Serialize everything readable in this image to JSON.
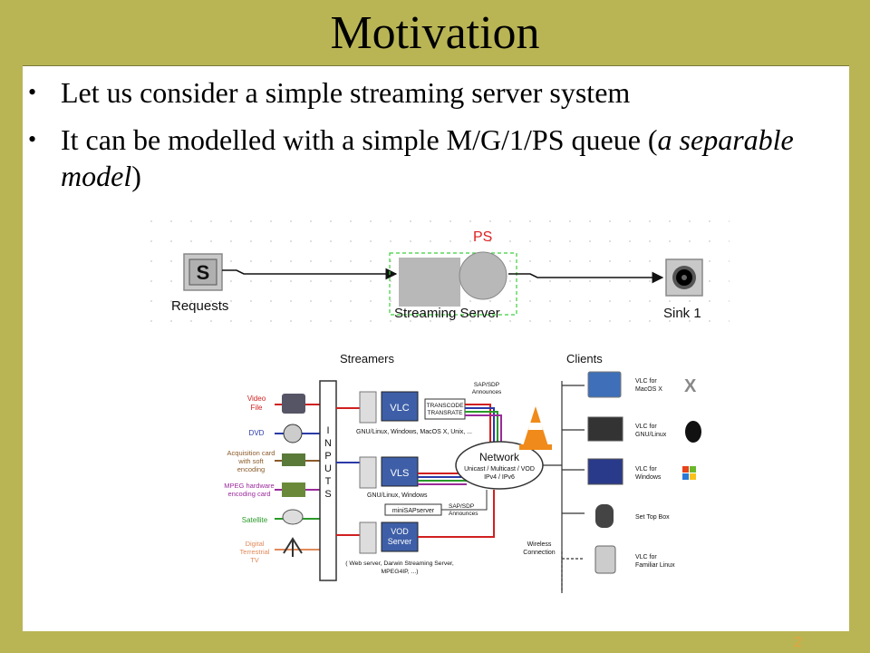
{
  "slide": {
    "title": "Motivation",
    "page_number": "2"
  },
  "bullets": [
    {
      "text": "Let us consider a simple streaming server system"
    },
    {
      "text_main": "It can be modelled with a simple M/G/1/PS queue (",
      "text_italic": "a separable model",
      "text_end": ")"
    }
  ],
  "queue_diagram": {
    "discipline_label": "PS",
    "source_symbol": "S",
    "source_label": "Requests",
    "server_label": "Streaming Server",
    "sink_label": "Sink 1",
    "ps_color": "#e02020",
    "dashed_box_color": "#3ccf3c"
  },
  "architecture": {
    "streamers_header": "Streamers",
    "clients_header": "Clients",
    "inputs": [
      {
        "label": "Video\nFile",
        "color": "#d12020"
      },
      {
        "label": "DVD",
        "color": "#2a3aa8"
      },
      {
        "label": "Acquisition card\nwith soft\nencoding",
        "color": "#8a5a2a"
      },
      {
        "label": "MPEG hardware\nencoding card",
        "color": "#9a2a9a"
      },
      {
        "label": "Satellite",
        "color": "#2a9a2a"
      },
      {
        "label": "Digital\nTerrestrial\nTV",
        "color": "#e08a5a"
      }
    ],
    "inputs_bar_label": "INPUTS",
    "vlc_box": "VLC",
    "vlc_os": "GNU/Linux, Windows, MacOS X, Unix, ...",
    "transcode": "TRANSCODE\nTRANSRATE",
    "vls_box": "VLS",
    "vls_os": "GNU/Linux, Windows",
    "minisap": "miniSAPserver",
    "vod_box": "VOD\nServer",
    "vod_note": "( Web server, Darwin Streaming Server,\nMPEG4IP, ...)",
    "sap_top": "SAP/SDP\nAnnounces",
    "sap_bottom": "SAP/SDP\nAnnounces",
    "network_title": "Network",
    "network_sub": "Unicast / Multicast / VOD\nIPv4 / IPv6",
    "wireless": "Wireless\nConnection",
    "clients": [
      {
        "label": "VLC for\nMacOS X"
      },
      {
        "label": "VLC for\nGNU/Linux"
      },
      {
        "label": "VLC for\nWindows"
      },
      {
        "label": "Set Top Box"
      },
      {
        "label": "VLC for\nFamiliar Linux"
      }
    ]
  }
}
